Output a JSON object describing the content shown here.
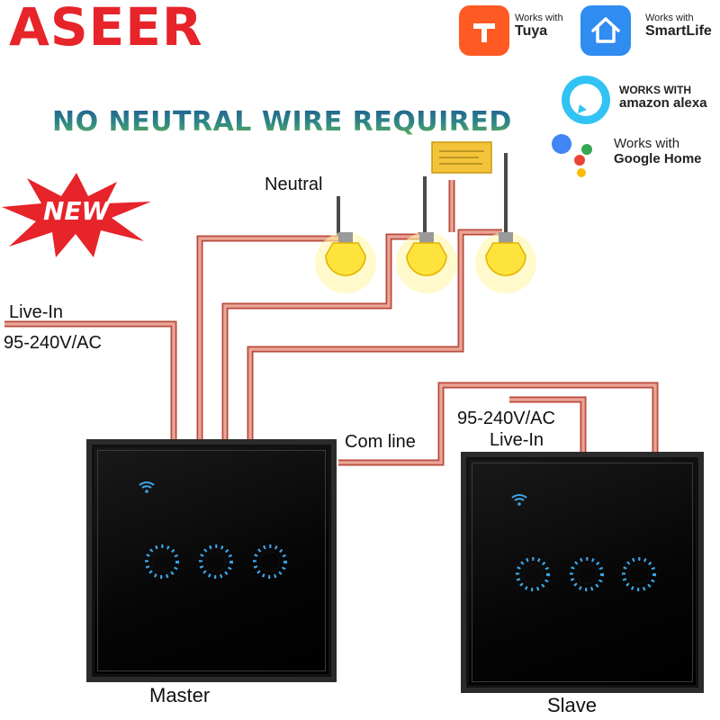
{
  "brand": "ASEER",
  "headline": "NO NEUTRAL WIRE REQUIRED",
  "new_badge": "NEW",
  "badges": {
    "tuya": {
      "line1": "Works with",
      "line2": "Tuya"
    },
    "smartlife": {
      "line1": "Works with",
      "line2": "SmartLife"
    },
    "alexa": {
      "line1": "WORKS WITH",
      "line2": "amazon alexa"
    },
    "google": {
      "line1": "Works with",
      "line2": "Google Home"
    }
  },
  "labels": {
    "neutral": "Neutral",
    "live_in_left": "Live-In",
    "voltage_left": "95-240V/AC",
    "com_line": "Com line",
    "voltage_right": "95-240V/AC",
    "live_in_right": "Live-In",
    "master": "Master",
    "slave": "Slave"
  },
  "colors": {
    "brand_red": "#e6242a",
    "wire_copper": "#d98b7a",
    "wire_outline": "#b94a3e",
    "bulb_glow": "#ffe44d",
    "led_blue": "#3aa6e8"
  },
  "icons": [
    "tuya-logo-icon",
    "smartlife-home-icon",
    "alexa-ring-icon",
    "google-assistant-icon",
    "wifi-icon",
    "bulb-icon",
    "capacitor-icon",
    "new-starburst-icon"
  ]
}
